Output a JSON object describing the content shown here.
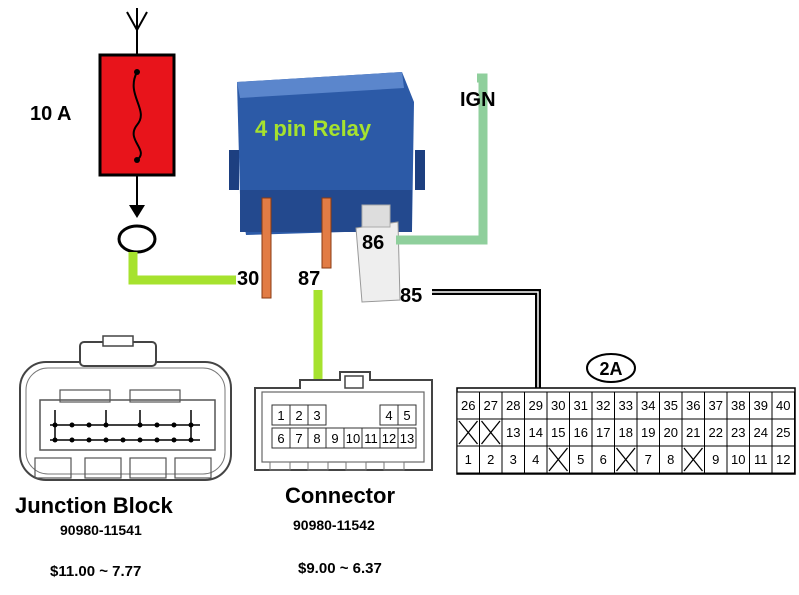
{
  "fuse": {
    "rating": "10 A"
  },
  "relay": {
    "title": "4 pin Relay",
    "pins": {
      "p30": "30",
      "p87": "87",
      "p86": "86",
      "p85": "85"
    }
  },
  "ign_label": "IGN",
  "junction_block": {
    "name": "Junction Block",
    "part": "90980-11541",
    "price": "$11.00 ~ 7.77"
  },
  "connector": {
    "name": "Connector",
    "part": "90980-11542",
    "price": "$9.00 ~ 6.37",
    "pins_top": [
      "1",
      "2",
      "3",
      "",
      "4",
      "5"
    ],
    "pins_bottom": [
      "6",
      "7",
      "8",
      "9",
      "10",
      "11",
      "12",
      "13"
    ]
  },
  "ecu_connector": {
    "label": "2A",
    "row1": [
      "26",
      "27",
      "28",
      "29",
      "30",
      "31",
      "32",
      "33",
      "34",
      "35",
      "36",
      "37",
      "38",
      "39",
      "40"
    ],
    "row2": [
      "X",
      "X",
      "13",
      "14",
      "15",
      "16",
      "17",
      "18",
      "19",
      "20",
      "21",
      "22",
      "23",
      "24",
      "25"
    ],
    "row3": [
      "1",
      "2",
      "3",
      "4",
      "X",
      "5",
      "6",
      "X",
      "7",
      "8",
      "X",
      "9",
      "10",
      "11",
      "12"
    ]
  },
  "colors": {
    "wire_green": "#a6e22e",
    "wire_pale_green": "#8fcf9c",
    "relay_blue": "#2f5fae",
    "relay_text": "#a6e22e",
    "fuse_red": "#e8141b"
  }
}
